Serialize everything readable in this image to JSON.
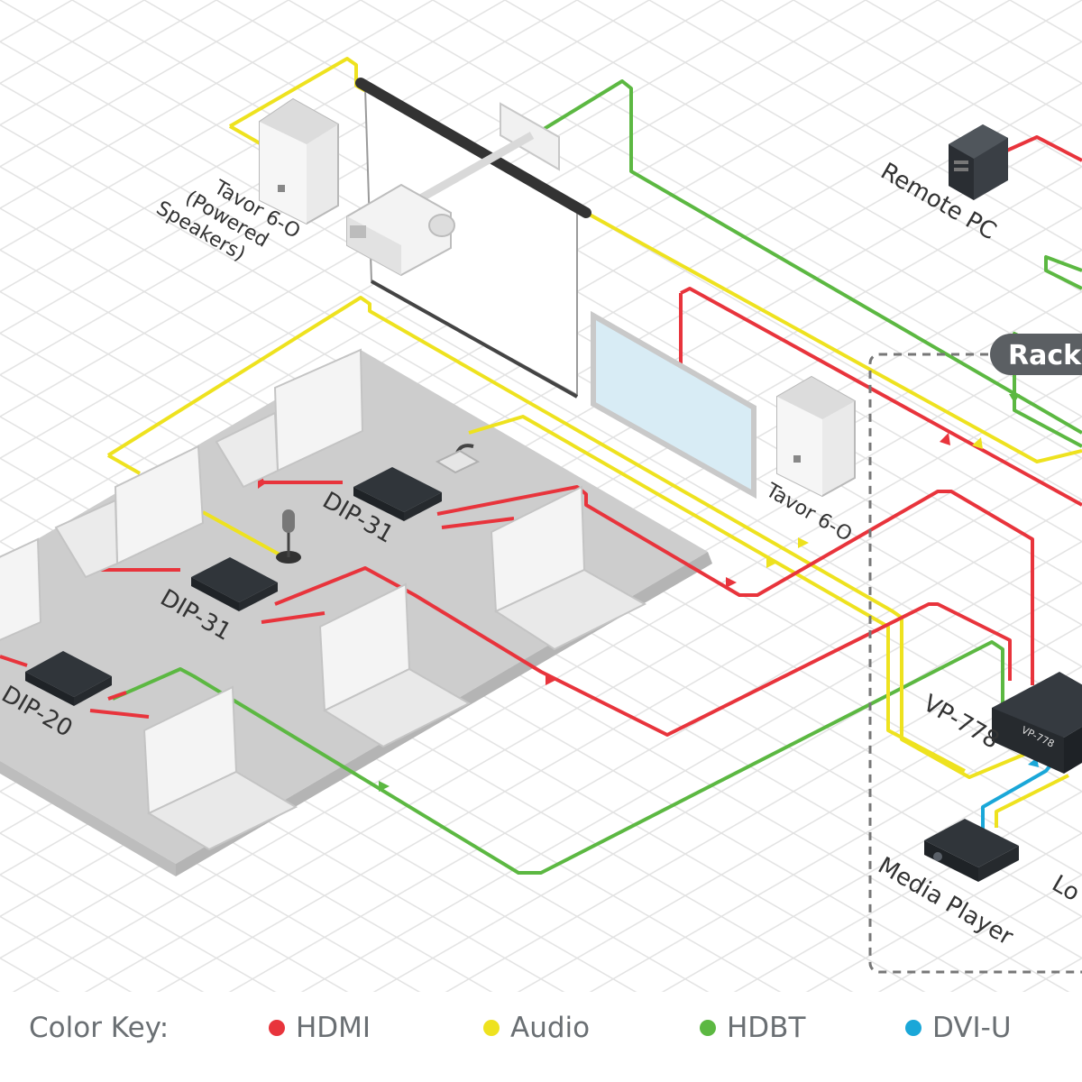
{
  "labels": {
    "speaker_top": [
      "Tavor 6-O",
      "(Powered",
      "Speakers)"
    ],
    "speaker_right": "Tavor 6-O",
    "remote_pc": "Remote PC",
    "rack": "Rack",
    "dip31_upper": "DIP-31",
    "dip31_lower": "DIP-31",
    "dip20": "DIP-20",
    "vp778": "VP-778",
    "vp778_panel": "VP-778",
    "media_player": "Media Player",
    "local_partial": "Lo"
  },
  "color_key": {
    "title": "Color Key:",
    "items": [
      {
        "label": "HDMI",
        "color": "#e8343c"
      },
      {
        "label": "Audio",
        "color": "#eee21f"
      },
      {
        "label": "HDBT",
        "color": "#5cb842"
      },
      {
        "label": "DVI-U",
        "color": "#1aa7d8"
      }
    ]
  },
  "colors": {
    "hdmi": "#e8343c",
    "audio": "#eee21f",
    "hdbt": "#5cb842",
    "dviu": "#1aa7d8",
    "grid": "#e3e3e3",
    "floor": "#cfcfcf",
    "device": "#2b3035",
    "rack_badge": "#5b5f63"
  }
}
